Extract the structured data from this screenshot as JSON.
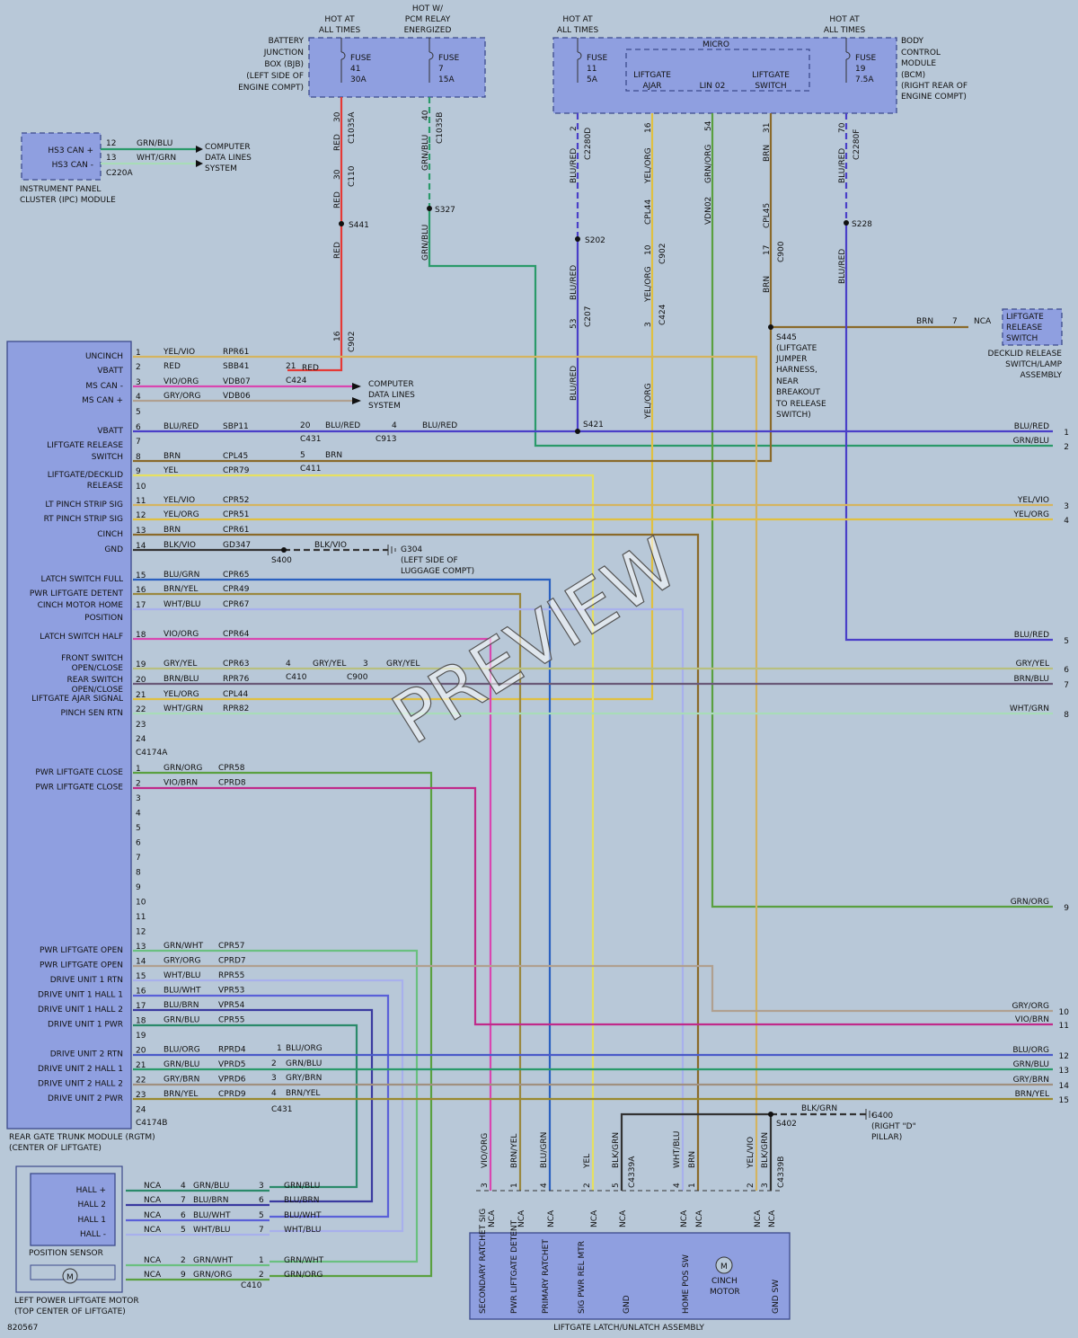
{
  "diagram_id": "820567",
  "watermark": "PREVIEW",
  "colors": {
    "YEL/VIO": "#d4b460",
    "RED": "#e53935",
    "VIO/ORG": "#d946b0",
    "GRY/ORG": "#b0a090",
    "BLU/RED": "#4a3fc8",
    "GRN/BLU": "#2a9a6a",
    "BRN": "#8a6a2a",
    "YEL": "#e6e060",
    "YEL/ORG": "#e0c040",
    "BLK/VIO": "#333333",
    "BLU/GRN": "#2a60c0",
    "BRN/YEL": "#9a8840",
    "WHT/BLU": "#a8b0ec",
    "GRY/YEL": "#b8c080",
    "BRN/BLU": "#6a5a78",
    "WHT/GRN": "#a8dcb8",
    "GRN/ORG": "#5aa040",
    "VIO/BRN": "#c02a8a",
    "GRN/WHT": "#6ac080",
    "WHT/BLU2": "#a8b0ec",
    "BLU/WHT": "#5a60d8",
    "BLU/BRN": "#3a3aa0",
    "GRN/BLU2": "#2a8a6a",
    "BLU/ORG": "#4a5ac8",
    "GRY/BRN": "#a09080",
    "BRN/YEL2": "#9a8a30",
    "BLK/GRN": "#333333",
    "GRN/BLU3": "#2a9a6a"
  },
  "top": {
    "hot1": [
      "HOT AT",
      "ALL TIMES"
    ],
    "hot2": [
      "HOT W/",
      "PCM RELAY",
      "ENERGIZED"
    ],
    "hot3": [
      "HOT AT",
      "ALL TIMES"
    ],
    "hot4": [
      "HOT AT",
      "ALL TIMES"
    ],
    "bjb": [
      "BATTERY",
      "JUNCTION",
      "BOX (BJB)",
      "(LEFT SIDE OF",
      "ENGINE COMPT)"
    ],
    "fuse41": [
      "FUSE",
      "41",
      "30A"
    ],
    "fuse7": [
      "FUSE",
      "7",
      "15A"
    ],
    "fuse11": [
      "FUSE",
      "11",
      "5A"
    ],
    "fuse19": [
      "FUSE",
      "19",
      "7.5A"
    ],
    "micro": "MICRO",
    "liftgate_ajar": [
      "LIFTGATE",
      "AJAR"
    ],
    "lin": "LIN 02",
    "liftgate_switch": [
      "LIFTGATE",
      "SWITCH"
    ],
    "bcm": [
      "BODY",
      "CONTROL",
      "MODULE",
      "(BCM)",
      "(RIGHT REAR OF",
      "ENGINE COMPT)"
    ]
  },
  "ipc": {
    "can_plus": "HS3 CAN +",
    "can_minus": "HS3 CAN -",
    "pin12": "12",
    "pin13": "13",
    "conn": "C220A",
    "w1": "GRN/BLU",
    "w2": "WHT/GRN",
    "dest": [
      "COMPUTER",
      "DATA LINES",
      "SYSTEM"
    ],
    "name": [
      "INSTRUMENT PANEL",
      "CLUSTER (IPC) MODULE"
    ]
  },
  "vert_labels": {
    "red_a": [
      "30",
      "RED",
      "C1035A"
    ],
    "red_b": [
      "30",
      "RED",
      "C110"
    ],
    "red_c": "RED",
    "red_d": [
      "16",
      "C902"
    ],
    "grn_a": [
      "40",
      "GRN/BLU",
      "C1035B"
    ],
    "grn_b": "GRN/BLU",
    "blr_a": [
      "2",
      "BLU/RED",
      "C2280D"
    ],
    "blr_b": [
      "53",
      "BLU/RED",
      "C207"
    ],
    "blr_c": "BLU/RED",
    "yo_a": [
      "16",
      "YEL/ORG"
    ],
    "yo_b": [
      "10",
      "CPL44",
      "C902"
    ],
    "yo_c": [
      "YEL/ORG",
      "3",
      "C424"
    ],
    "yo_d": "YEL/ORG",
    "go_a": [
      "54",
      "GRN/ORG"
    ],
    "go_b": "VDN02",
    "brn_a": [
      "31",
      "BRN"
    ],
    "brn_b": [
      "CPL45",
      "17",
      "C900"
    ],
    "brn_c": "BRN",
    "b228_a": [
      "70",
      "BLU/RED",
      "C2280F"
    ],
    "b228_b": "BLU/RED"
  },
  "splices": {
    "s441": "S441",
    "s327": "S327",
    "s202": "S202",
    "s228": "S228",
    "s445": "S445",
    "s445_note": [
      "(LIFTGATE",
      "JUMPER",
      "HARNESS,",
      "NEAR",
      "BREAKOUT",
      "TO RELEASE",
      "SWITCH)"
    ],
    "s421": "S421",
    "s400": "S400",
    "s402": "S402"
  },
  "release_switch": {
    "wire": "BRN",
    "pin": "7",
    "nca": "NCA",
    "box": [
      "LIFTGATE",
      "RELEASE",
      "SWITCH"
    ],
    "name": [
      "DECKLID RELEASE",
      "SWITCH/LAMP",
      "ASSEMBLY"
    ]
  },
  "rgtm": {
    "name": [
      "REAR GATE TRUNK MODULE (RGTM)",
      "(CENTER OF LIFTGATE)"
    ],
    "rows_a": [
      {
        "pin": "1",
        "label": "UNCINCH",
        "color": "YEL/VIO",
        "circuit": "RPR61"
      },
      {
        "pin": "2",
        "label": "VBATT",
        "color": "RED",
        "circuit": "SBB41"
      },
      {
        "pin": "3",
        "label": "MS CAN -",
        "color": "VIO/ORG",
        "circuit": "VDB07"
      },
      {
        "pin": "4",
        "label": "MS CAN +",
        "color": "GRY/ORG",
        "circuit": "VDB06"
      },
      {
        "pin": "5",
        "label": "",
        "color": "",
        "circuit": ""
      },
      {
        "pin": "6",
        "label": "VBATT",
        "color": "BLU/RED",
        "circuit": "SBP11"
      },
      {
        "pin": "7",
        "label": "LIFTGATE RELEASE",
        "color": "",
        "circuit": ""
      },
      {
        "pin": "8",
        "label": "SWITCH",
        "color": "BRN",
        "circuit": "CPL45"
      },
      {
        "pin": "9",
        "label": "LIFTGATE/DECKLID",
        "color": "YEL",
        "circuit": "CPR79"
      },
      {
        "pin": "10",
        "label": "RELEASE",
        "color": "",
        "circuit": ""
      },
      {
        "pin": "11",
        "label": "LT PINCH STRIP SIG",
        "color": "YEL/VIO",
        "circuit": "CPR52"
      },
      {
        "pin": "12",
        "label": "RT PINCH STRIP SIG",
        "color": "YEL/ORG",
        "circuit": "CPR51"
      },
      {
        "pin": "13",
        "label": "CINCH",
        "color": "BRN",
        "circuit": "CPR61"
      },
      {
        "pin": "14",
        "label": "GND",
        "color": "BLK/VIO",
        "circuit": "GD347"
      },
      {
        "pin": "15",
        "label": "LATCH SWITCH FULL",
        "color": "BLU/GRN",
        "circuit": "CPR65"
      },
      {
        "pin": "16",
        "label": "PWR LIFTGATE DETENT",
        "color": "BRN/YEL",
        "circuit": "CPR49"
      },
      {
        "pin": "17",
        "label": "CINCH MOTOR HOME",
        "color": "WHT/BLU",
        "circuit": "CPR67"
      },
      {
        "pin": "18",
        "label": "LATCH SWITCH HALF",
        "color": "VIO/ORG",
        "circuit": "CPR64"
      },
      {
        "pin": "19",
        "label": "FRONT SWITCH",
        "color": "GRY/YEL",
        "circuit": "CPR63"
      },
      {
        "pin": "20",
        "label": "REAR SWITCH",
        "color": "BRN/BLU",
        "circuit": "RPR76"
      },
      {
        "pin": "21",
        "label": "LIFTGATE AJAR SIGNAL",
        "color": "YEL/ORG",
        "circuit": "CPL44"
      },
      {
        "pin": "22",
        "label": "PINCH SEN RTN",
        "color": "WHT/GRN",
        "circuit": "RPR82"
      },
      {
        "pin": "23",
        "label": "",
        "color": "",
        "circuit": ""
      },
      {
        "pin": "24",
        "label": "",
        "color": "",
        "circuit": ""
      }
    ],
    "extra_labels": {
      "position": "POSITION",
      "open_close1": "OPEN/CLOSE",
      "open_close2": "OPEN/CLOSE"
    },
    "conn_a": "C4174A",
    "rows_b": [
      {
        "pin": "1",
        "label": "PWR LIFTGATE CLOSE",
        "color": "GRN/ORG",
        "circuit": "CPR58"
      },
      {
        "pin": "2",
        "label": "PWR LIFTGATE CLOSE",
        "color": "VIO/BRN",
        "circuit": "CPRD8"
      },
      {
        "pin": "3",
        "label": "",
        "color": "",
        "circuit": ""
      },
      {
        "pin": "4",
        "label": "",
        "color": "",
        "circuit": ""
      },
      {
        "pin": "5",
        "label": "",
        "color": "",
        "circuit": ""
      },
      {
        "pin": "6",
        "label": "",
        "color": "",
        "circuit": ""
      },
      {
        "pin": "7",
        "label": "",
        "color": "",
        "circuit": ""
      },
      {
        "pin": "8",
        "label": "",
        "color": "",
        "circuit": ""
      },
      {
        "pin": "9",
        "label": "",
        "color": "",
        "circuit": ""
      },
      {
        "pin": "10",
        "label": "",
        "color": "",
        "circuit": ""
      },
      {
        "pin": "11",
        "label": "",
        "color": "",
        "circuit": ""
      },
      {
        "pin": "12",
        "label": "",
        "color": "",
        "circuit": ""
      },
      {
        "pin": "13",
        "label": "PWR LIFTGATE OPEN",
        "color": "GRN/WHT",
        "circuit": "CPR57"
      },
      {
        "pin": "14",
        "label": "PWR LIFTGATE OPEN",
        "color": "GRY/ORG",
        "circuit": "CPRD7"
      },
      {
        "pin": "15",
        "label": "DRIVE UNIT 1 RTN",
        "color": "WHT/BLU",
        "circuit": "RPR55"
      },
      {
        "pin": "16",
        "label": "DRIVE UNIT 1 HALL 1",
        "color": "BLU/WHT",
        "circuit": "VPR53"
      },
      {
        "pin": "17",
        "label": "DRIVE UNIT 1 HALL 2",
        "color": "BLU/BRN",
        "circuit": "VPR54"
      },
      {
        "pin": "18",
        "label": "DRIVE UNIT 1 PWR",
        "color": "GRN/BLU",
        "circuit": "CPR55"
      },
      {
        "pin": "19",
        "label": "",
        "color": "",
        "circuit": ""
      },
      {
        "pin": "20",
        "label": "DRIVE UNIT 2 RTN",
        "color": "BLU/ORG",
        "circuit": "RPRD4"
      },
      {
        "pin": "21",
        "label": "DRIVE UNIT 2 HALL 1",
        "color": "GRN/BLU",
        "circuit": "VPRD5"
      },
      {
        "pin": "22",
        "label": "DRIVE UNIT 2 HALL 2",
        "color": "GRY/BRN",
        "circuit": "VPRD6"
      },
      {
        "pin": "23",
        "label": "DRIVE UNIT 2 PWR",
        "color": "BRN/YEL",
        "circuit": "CPRD9"
      },
      {
        "pin": "24",
        "label": "",
        "color": "",
        "circuit": ""
      }
    ],
    "conn_b": "C4174B"
  },
  "inline": {
    "c424": [
      "21",
      "RED",
      "C424"
    ],
    "can_dest": [
      "COMPUTER",
      "DATA LINES",
      "SYSTEM"
    ],
    "c431": [
      "20",
      "BLU/RED",
      "C431"
    ],
    "c913": [
      "4",
      "C913",
      "BLU/RED"
    ],
    "c411": [
      "5",
      "BRN",
      "C411"
    ],
    "g304": [
      "BLK/VIO",
      "G304",
      "(LEFT SIDE OF",
      "LUGGAGE COMPT)"
    ],
    "c410": [
      "4",
      "GRY/YEL",
      "C410"
    ],
    "c900": [
      "3",
      "C900",
      "GRY/YEL"
    ],
    "c431b": [
      "1",
      "BLU/ORG",
      "2",
      "GRN/BLU",
      "3",
      "GRY/BRN",
      "4",
      "BRN/YEL",
      "C431"
    ],
    "g400": [
      "BLK/GRN",
      "G400",
      "(RIGHT \"D\"",
      "PILLAR)"
    ]
  },
  "right_edge": [
    {
      "n": "1",
      "label": "BLU/RED"
    },
    {
      "n": "2",
      "label": "GRN/BLU"
    },
    {
      "n": "3",
      "label": "YEL/VIO"
    },
    {
      "n": "4",
      "label": "YEL/ORG"
    },
    {
      "n": "5",
      "label": "BLU/RED"
    },
    {
      "n": "6",
      "label": "GRY/YEL"
    },
    {
      "n": "7",
      "label": "BRN/BLU"
    },
    {
      "n": "8",
      "label": "WHT/GRN"
    },
    {
      "n": "9",
      "label": "GRN/ORG"
    },
    {
      "n": "10",
      "label": "GRY/ORG"
    },
    {
      "n": "11",
      "label": "VIO/BRN"
    },
    {
      "n": "12",
      "label": "BLU/ORG"
    },
    {
      "n": "13",
      "label": "GRN/BLU"
    },
    {
      "n": "14",
      "label": "GRY/BRN"
    },
    {
      "n": "15",
      "label": "BRN/YEL"
    }
  ],
  "position_sensor": {
    "pins": [
      "HALL +",
      "HALL 2",
      "HALL 1",
      "HALL -"
    ],
    "name": "POSITION SENSOR",
    "nca": "NCA",
    "left": [
      {
        "p": "4",
        "c": "GRN/BLU"
      },
      {
        "p": "7",
        "c": "BLU/BRN"
      },
      {
        "p": "6",
        "c": "BLU/WHT"
      },
      {
        "p": "5",
        "c": "WHT/BLU"
      }
    ],
    "right": [
      {
        "p": "3",
        "c": "GRN/BLU"
      },
      {
        "p": "6",
        "c": "BLU/BRN"
      },
      {
        "p": "5",
        "c": "BLU/WHT"
      },
      {
        "p": "7",
        "c": "WHT/BLU"
      }
    ]
  },
  "motor": {
    "left": [
      {
        "p": "2",
        "c": "GRN/WHT"
      },
      {
        "p": "9",
        "c": "GRN/ORG"
      }
    ],
    "right": [
      {
        "p": "1",
        "c": "GRN/WHT"
      },
      {
        "p": "2",
        "c": "GRN/ORG"
      }
    ],
    "conn": "C410",
    "name": [
      "LEFT POWER LIFTGATE MOTOR",
      "(TOP CENTER OF LIFTGATE)"
    ]
  },
  "latch": {
    "wires": [
      {
        "pin": "3",
        "color": "VIO/ORG"
      },
      {
        "pin": "1",
        "color": "BRN/YEL"
      },
      {
        "pin": "4",
        "color": "BLU/GRN"
      },
      {
        "pin": "2",
        "color": "YEL"
      },
      {
        "pin": "5",
        "color": "BLK/GRN",
        "conn": "C4339A"
      },
      {
        "pin": "4",
        "color": "WHT/BLU"
      },
      {
        "pin": "1",
        "color": "BRN"
      },
      {
        "pin": "2",
        "color": "YEL/VIO"
      },
      {
        "pin": "3",
        "color": "BLK/GRN",
        "conn": "C4339B"
      }
    ],
    "nca": "NCA",
    "funcs": [
      "SECONDARY RATCHET SIG",
      "PWR LIFTGATE DETENT",
      "PRIMARY RATCHET",
      "SIG PWR REL MTR",
      "GND",
      "HOME POS SW",
      "GND SW"
    ],
    "cinch": [
      "CINCH",
      "MOTOR"
    ],
    "name": "LIFTGATE LATCH/UNLATCH ASSEMBLY"
  }
}
